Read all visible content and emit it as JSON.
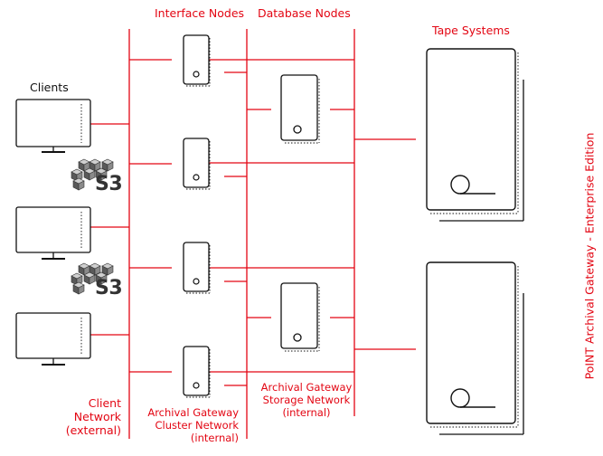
{
  "labels": {
    "interface_nodes": "Interface Nodes",
    "database_nodes": "Database Nodes",
    "tape_systems": "Tape Systems",
    "clients": "Clients",
    "client_network": "Client\nNetwork\n(external)",
    "cluster_network": "Archival Gateway\nCluster Network\n(internal)",
    "storage_network": "Archival Gateway\nStorage Network\n(internal)",
    "product_title": "PoINT Archival Gateway - Enterprise Edition"
  },
  "s3_badges": [
    "S3",
    "S3"
  ],
  "icons": {
    "client": "monitor-icon",
    "interface_node": "server-icon",
    "database_node": "server-icon",
    "tape": "tape-library-icon",
    "s3": "s3-cubes-icon"
  },
  "colors": {
    "network_line": "#e30613",
    "device_stroke": "#111111",
    "cube_dark": "#555555",
    "cube_light": "#c8c8c8"
  }
}
